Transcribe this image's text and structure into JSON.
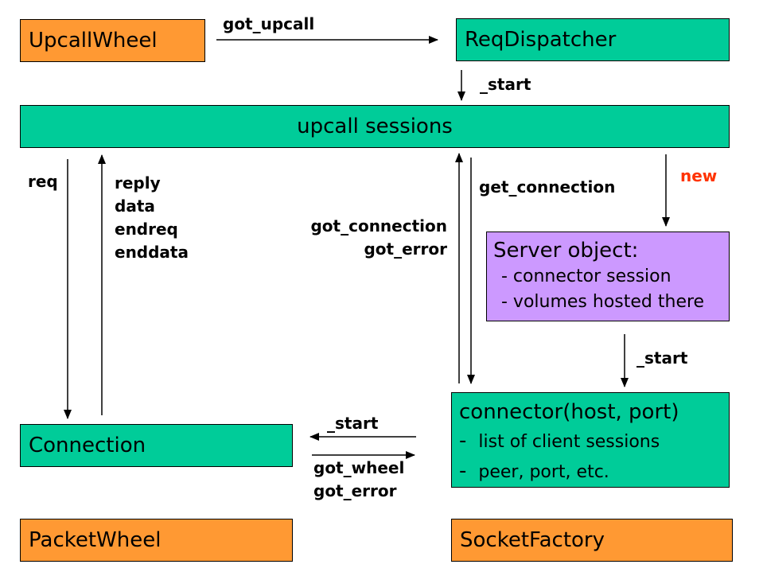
{
  "boxes": {
    "upcallwheel": "UpcallWheel",
    "reqdispatcher": "ReqDispatcher",
    "upcall_sessions": "upcall sessions",
    "server_object": {
      "title": "Server object:",
      "items": [
        "- connector session",
        "- volumes hosted there"
      ]
    },
    "connection": "Connection",
    "connector": {
      "title": "connector(host, port)",
      "items": [
        "list of client sessions",
        "peer, port, etc."
      ],
      "bullet": "-"
    },
    "packetwheel": "PacketWheel",
    "socketfactory": "SocketFactory"
  },
  "labels": {
    "got_upcall": "got_upcall",
    "start_dispatcher": "_start",
    "req": "req",
    "reply_group": [
      "reply",
      "data",
      "endreq",
      "enddata"
    ],
    "got_connection_group": [
      "got_connection",
      "got_error"
    ],
    "get_connection": "get_connection",
    "new": "new",
    "start_server": "_start",
    "start_connection": "_start",
    "got_wheel_group": [
      "got_wheel",
      "got_error"
    ]
  },
  "colors": {
    "orange_box": "#ff9933",
    "green_box": "#00cc99",
    "purple_box": "#cc99ff",
    "new_label": "#ff3300"
  }
}
